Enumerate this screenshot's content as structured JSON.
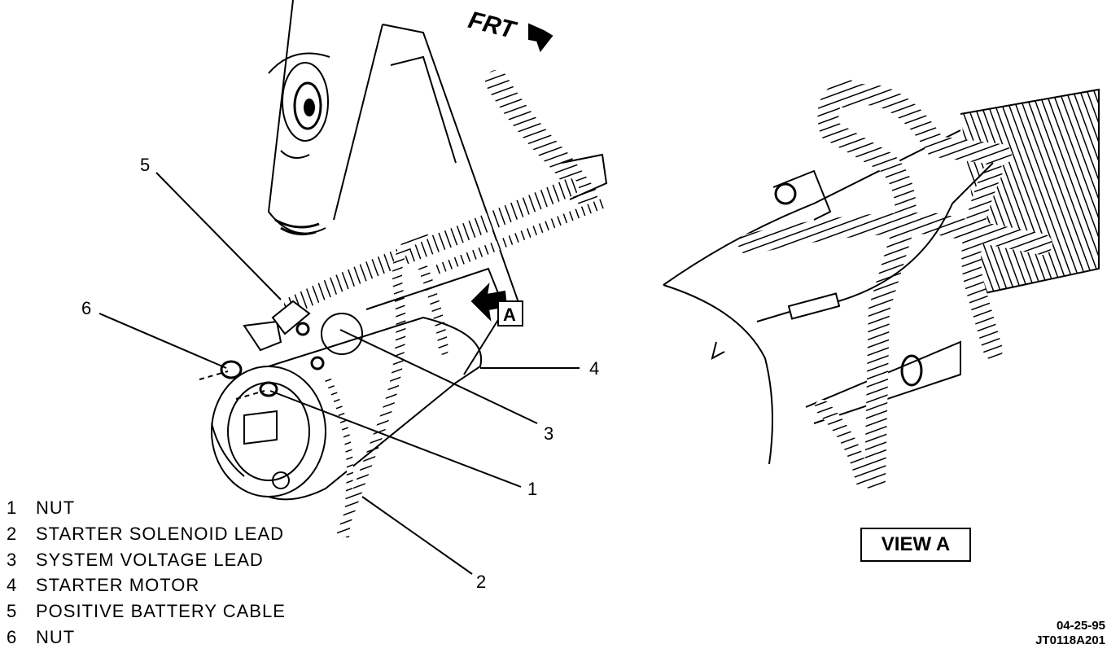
{
  "header": {
    "direction_label": "FRT"
  },
  "callouts": [
    "1",
    "2",
    "3",
    "4",
    "5",
    "6"
  ],
  "view_marker": "A",
  "legend": [
    {
      "num": "1",
      "label": "NUT"
    },
    {
      "num": "2",
      "label": "STARTER SOLENOID LEAD"
    },
    {
      "num": "3",
      "label": "SYSTEM VOLTAGE LEAD"
    },
    {
      "num": "4",
      "label": "STARTER MOTOR"
    },
    {
      "num": "5",
      "label": "POSITIVE BATTERY CABLE"
    },
    {
      "num": "6",
      "label": "NUT"
    }
  ],
  "view_label": "VIEW A",
  "footer": {
    "date": "04-25-95",
    "code": "JT0118A201"
  }
}
